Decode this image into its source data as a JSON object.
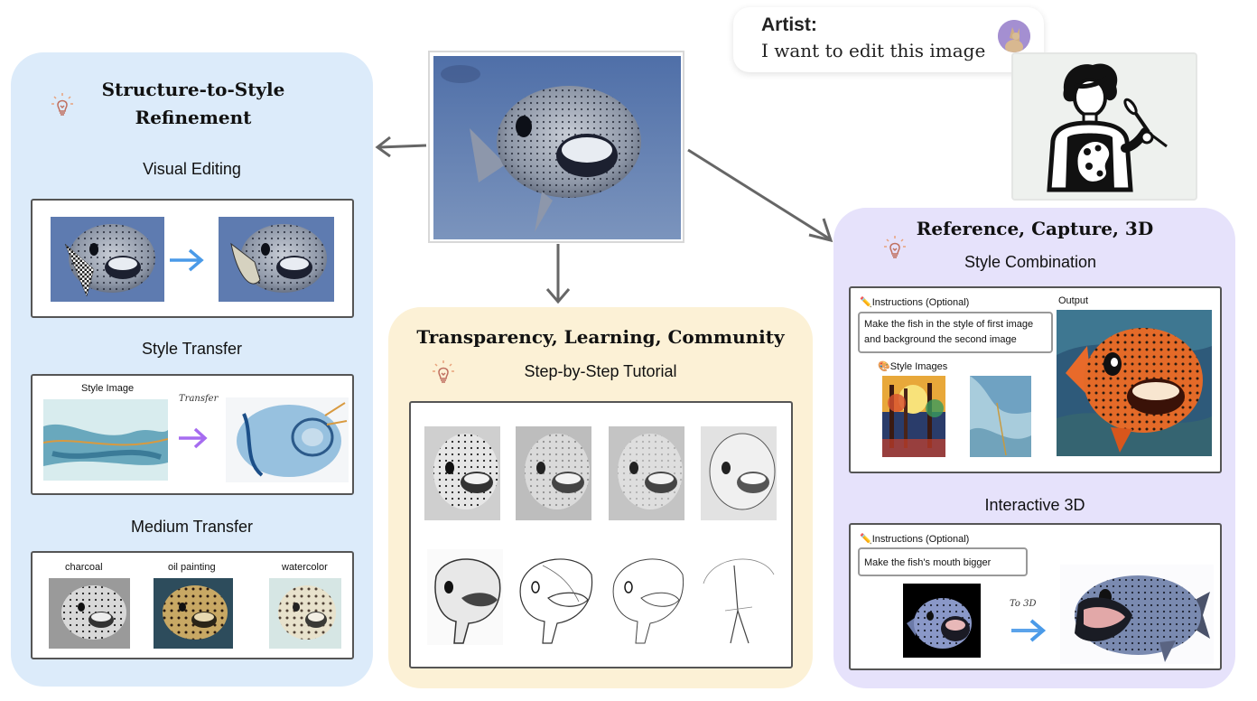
{
  "artist_bubble": {
    "name": "Artist:",
    "message": "I want to edit this image"
  },
  "left_panel": {
    "title_line1": "Structure-to-Style",
    "title_line2": "Refinement",
    "visual_editing": "Visual Editing",
    "style_transfer": "Style Transfer",
    "style_image_label": "Style Image",
    "transfer_label": "Transfer",
    "medium_transfer": "Medium Transfer",
    "mediums": [
      "charcoal",
      "oil painting",
      "watercolor"
    ]
  },
  "middle_panel": {
    "title": "Transparency, Learning, Community",
    "subtitle": "Step-by-Step Tutorial"
  },
  "right_panel": {
    "title": "Reference, Capture, 3D",
    "style_combination": "Style Combination",
    "instructions_label": "Instructions (Optional)",
    "style_instruction": "Make the fish in the style of first image and background the second image",
    "style_images_label": "Style Images",
    "output_label": "Output",
    "interactive_3d": "Interactive 3D",
    "instructions_label_2": "Instructions (Optional)",
    "three_d_instruction": "Make the fish's mouth bigger",
    "to_3d_label": "To 3D"
  },
  "colors": {
    "left_bg": "#dcebfa",
    "middle_bg": "#fcf1d6",
    "right_bg": "#e6e2fb",
    "arrow": "#666666",
    "blue_arrow": "#4a9ae8",
    "purple_arrow": "#a66cf0"
  }
}
